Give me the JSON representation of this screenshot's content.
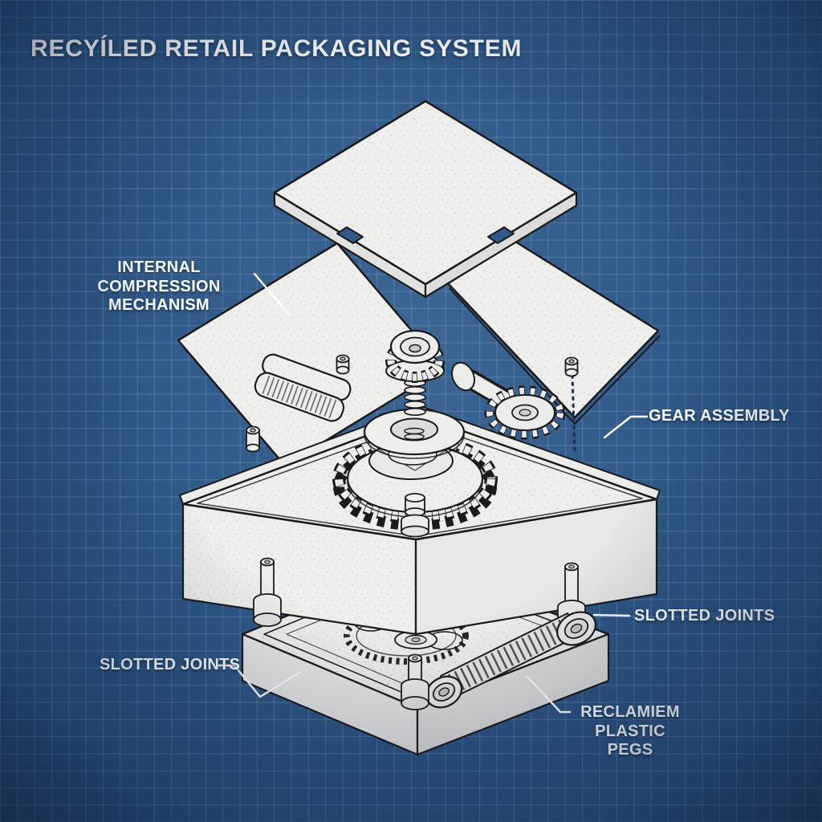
{
  "title": "RECYÍLED RETAIL PACKAGING SYSTEM",
  "labels": {
    "internal_compression_mechanism": {
      "line1": "INTERNAL COMPRESSION",
      "line2": "MECHANISM"
    },
    "gear_assembly": "GEAR ASSEMBLY",
    "slotted_joints_right": "SLOTTED JOINTS",
    "slotted_joints_left": "SLOTTED JOINTS",
    "reclaimed_plastic_pegs": {
      "line1": "RECLAMIEM",
      "line2": "PLASTIC PEGS"
    }
  },
  "style": {
    "background_blue": "#2b5584",
    "grid_line_blue": "#a0bcdc",
    "paper_gray": "#eeeeec",
    "line_ink": "#1b1b1b",
    "label_white": "#ffffff"
  }
}
